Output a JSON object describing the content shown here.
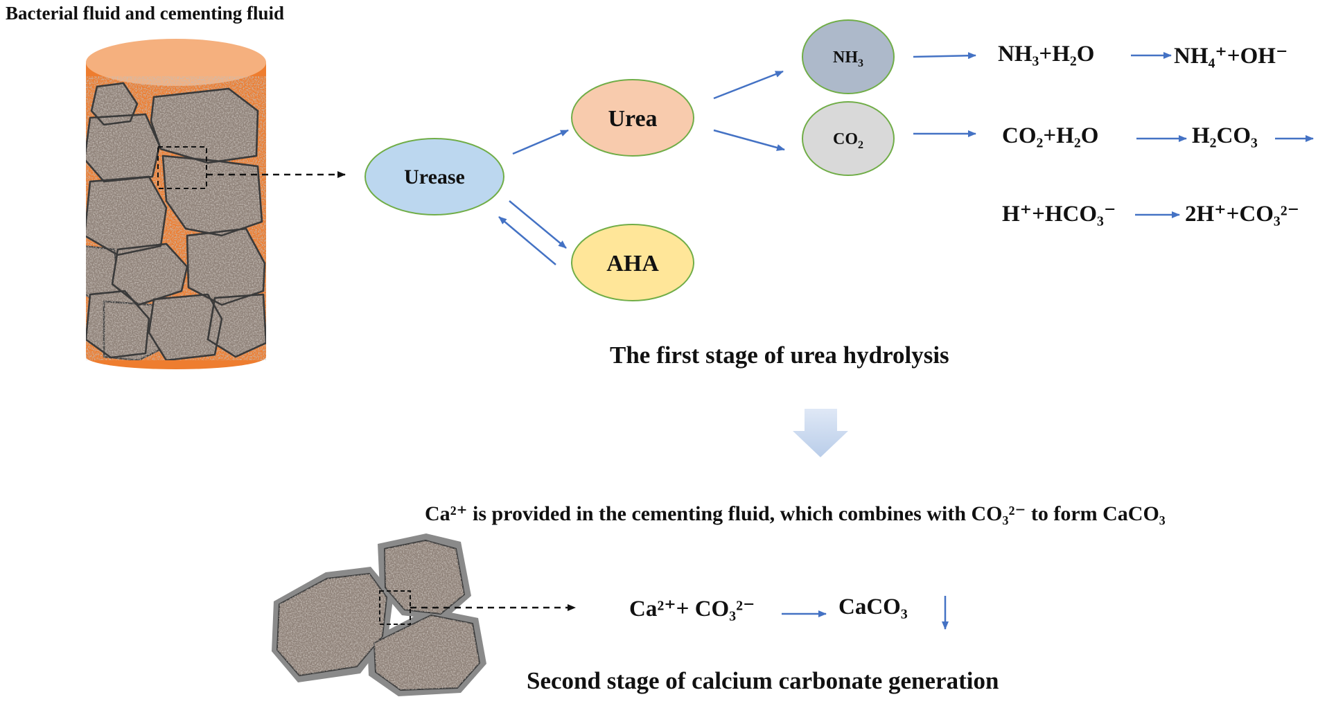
{
  "top_caption": "Bacterial fluid and cementing fluid",
  "nodes": {
    "urease": "Urease",
    "urea": "Urea",
    "aha": "AHA",
    "nh3": {
      "base": "NH",
      "sub": "3"
    },
    "co2": {
      "base": "CO",
      "sub": "2"
    }
  },
  "reactions": {
    "r1_left": "NH₃+H₂O",
    "r1_right": "NH₄⁺+OH⁻",
    "r2_left": "CO₂+H₂O",
    "r2_right": "H₂CO₃",
    "r3_left": "H⁺+HCO₃⁻",
    "r3_right": "2H⁺+CO₃²⁻",
    "r4_left": "Ca²⁺+ CO₃²⁻",
    "r4_right": "CaCO₃"
  },
  "stage1_title": "The first stage of urea hydrolysis",
  "stage2_note": "Ca²⁺ is provided in the cementing fluid, which combines with CO₃²⁻ to form CaCO₃",
  "stage2_title": "Second stage of calcium carbonate generation",
  "colors": {
    "cylinder": "#ee7d2f",
    "cylinder_top": "#f5b07e",
    "rock": "#8f8279",
    "arrow": "#4472c4",
    "urease_fill": "#bcd7ef",
    "urea_fill": "#f8cbad",
    "aha_fill": "#ffe699",
    "nh3_fill": "#adb9ca",
    "co2_fill": "#d9d9d9",
    "node_stroke": "#70ad47"
  }
}
